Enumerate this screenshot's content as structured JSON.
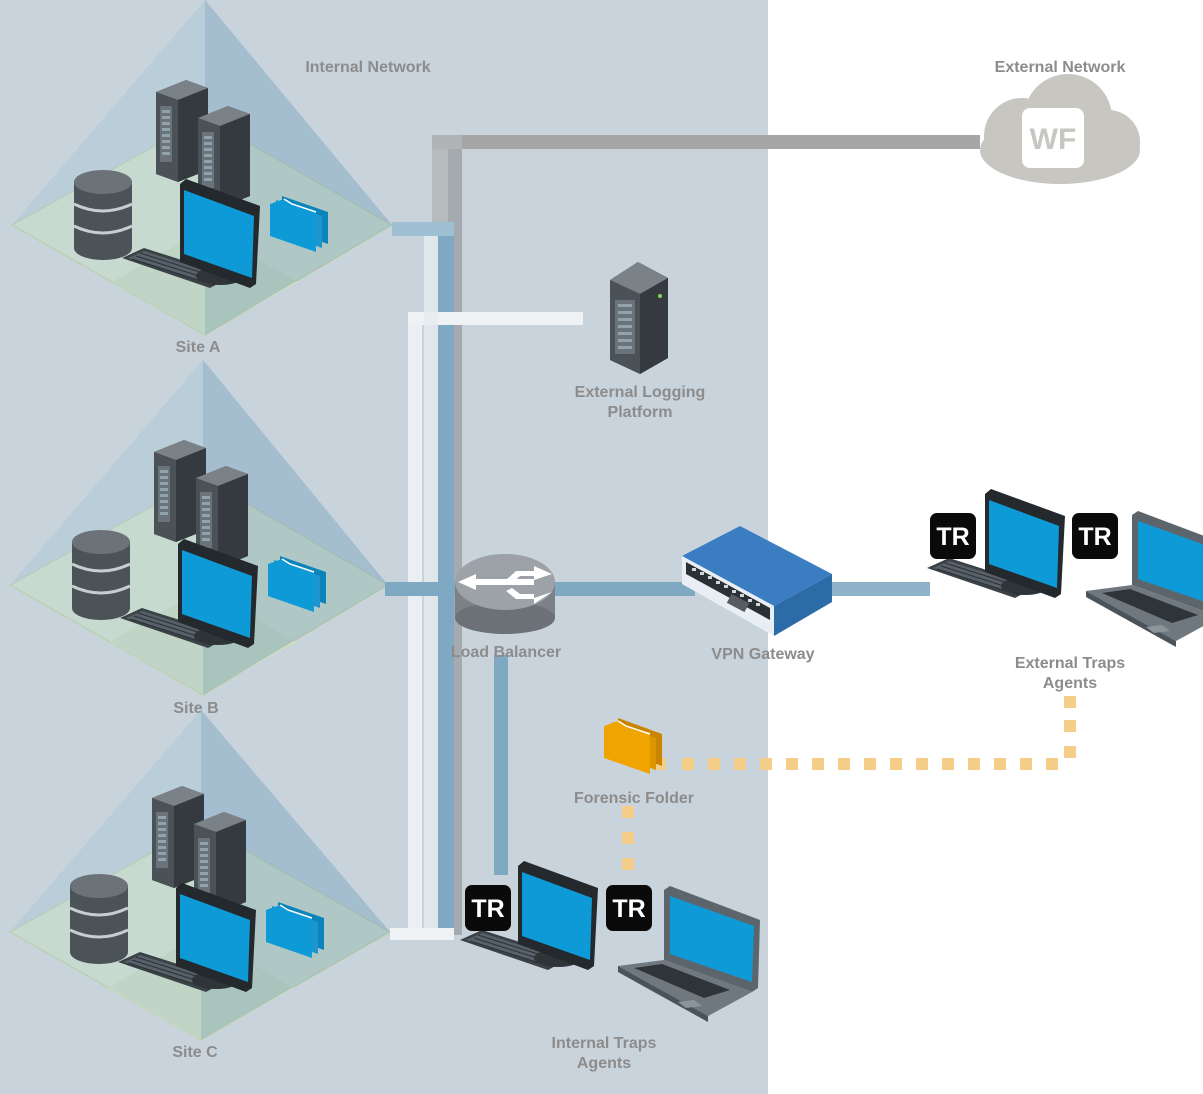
{
  "zones": {
    "internal": {
      "label": "Internal Network"
    },
    "external": {
      "label": "External Network"
    }
  },
  "sites": [
    {
      "label": "Site A"
    },
    {
      "label": "Site B"
    },
    {
      "label": "Site C"
    }
  ],
  "nodes": {
    "wildfire": {
      "text": "WF"
    },
    "logging": {
      "line1": "External Logging",
      "line2": "Platform"
    },
    "load_balancer": {
      "label": "Load Balancer"
    },
    "vpn_gateway": {
      "label": "VPN Gateway"
    },
    "external_agents": {
      "line1": "External Traps",
      "line2": "Agents"
    },
    "forensic_folder": {
      "label": "Forensic Folder"
    },
    "internal_agents": {
      "line1": "Internal Traps",
      "line2": "Agents"
    }
  },
  "traps_badge": "TR",
  "colors": {
    "internal_zone": "#c8d3dc",
    "panel_blue": "#0e9ad7",
    "device_dark": "#3f464c",
    "link_blue": "#7fa8c2",
    "link_gray": "#a6a6a6",
    "link_white": "#eef2f5",
    "forensic_orange": "#f0a400",
    "forensic_dotted": "#f5cf8a",
    "cloud_gray": "#c7c6c1",
    "vpn_blue": "#2c6aa8",
    "label_gray": "#8c8c8c"
  }
}
